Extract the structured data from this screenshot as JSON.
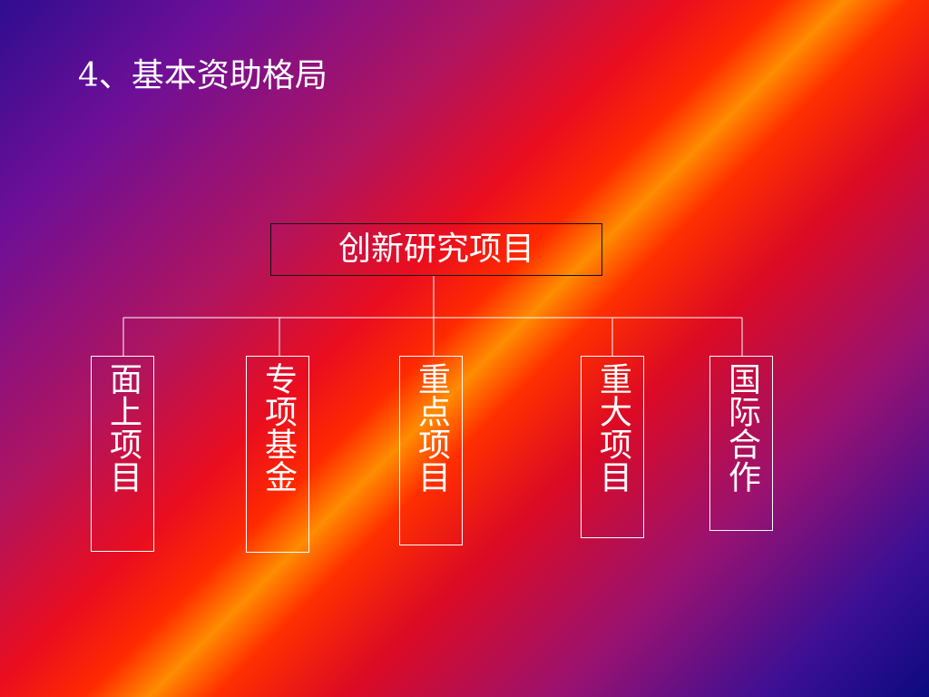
{
  "slide": {
    "title": "4、基本资助格局"
  },
  "diagram": {
    "root": {
      "label": "创新研究项目"
    },
    "children": [
      {
        "label": "面上项目"
      },
      {
        "label": "专项基金"
      },
      {
        "label": "重点项目"
      },
      {
        "label": "重大项目"
      },
      {
        "label": "国际合作"
      }
    ]
  },
  "colors": {
    "text": "#ffffff",
    "root_border": "#111111",
    "child_border": "#ffffff",
    "connector": "#ffffff"
  }
}
